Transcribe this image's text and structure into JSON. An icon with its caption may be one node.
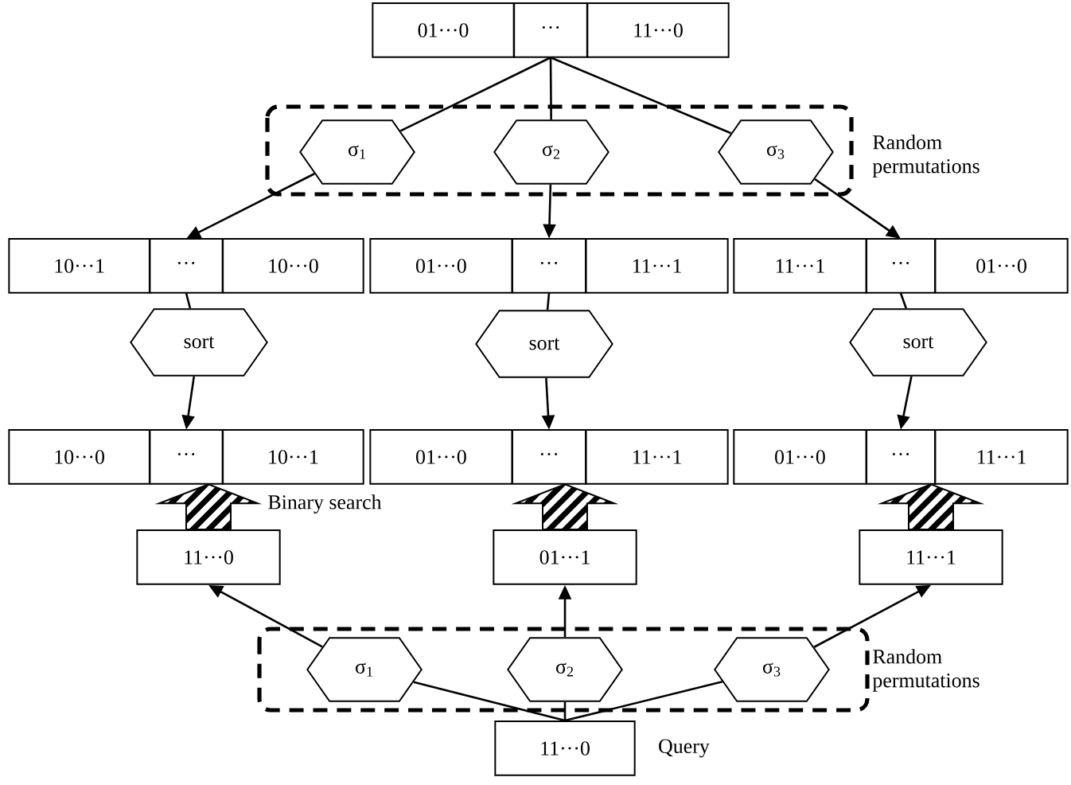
{
  "diagram": {
    "nodes": [
      {
        "text": [
          "01···0",
          "···",
          "11···0"
        ]
      },
      {
        "text": [
          "Random permutations"
        ]
      },
      {
        "text": [
          "σ$_{1}$"
        ],
        "in": 1
      },
      {
        "text": [
          "σ$_{2}$"
        ],
        "in": 1
      },
      {
        "text": [
          "σ$_{3}$"
        ],
        "in": 1
      },
      {
        "text": [
          "10···1",
          "···",
          "10···0"
        ]
      },
      {
        "text": [
          "01···0",
          "···",
          "11···1"
        ]
      },
      {
        "text": [
          "11···1",
          "···",
          "01···0"
        ]
      },
      {
        "text": [
          "sort"
        ]
      },
      {
        "text": [
          "sort"
        ]
      },
      {
        "text": [
          "sort"
        ]
      },
      {
        "text": [
          "10···0",
          "···",
          "10···1"
        ]
      },
      {
        "text": [
          "01···0",
          "···",
          "11···1"
        ]
      },
      {
        "text": [
          "01···0",
          "···",
          "11···1"
        ]
      },
      {
        "text": [
          "11···0"
        ]
      },
      {
        "text": [
          "01···1"
        ]
      },
      {
        "text": [
          "11···1"
        ]
      },
      {
        "text": [
          "Random permutations"
        ]
      },
      {
        "text": [
          "σ$_{1}$"
        ],
        "in": 17
      },
      {
        "text": [
          "σ$_{2}$"
        ],
        "in": 17
      },
      {
        "text": [
          "σ$_{3}$"
        ],
        "in": 17
      },
      {
        "text": [
          "11···0"
        ],
        "beside": [
          "Query"
        ]
      }
    ],
    "edges": [
      {
        "from": 0,
        "to": 2,
        "arrow": "none"
      },
      {
        "from": 0,
        "to": 3,
        "arrow": "none"
      },
      {
        "from": 0,
        "to": 4,
        "arrow": "none"
      },
      {
        "from": 2,
        "to": 5,
        "arrow": "to"
      },
      {
        "from": 3,
        "to": 6,
        "arrow": "to"
      },
      {
        "from": 4,
        "to": 7,
        "arrow": "to"
      },
      {
        "from": 5,
        "to": 8,
        "arrow": "none"
      },
      {
        "from": 6,
        "to": 9,
        "arrow": "none"
      },
      {
        "from": 7,
        "to": 10,
        "arrow": "none"
      },
      {
        "from": 8,
        "to": 11,
        "arrow": "to"
      },
      {
        "from": 9,
        "to": 12,
        "arrow": "to"
      },
      {
        "from": 10,
        "to": 13,
        "arrow": "to"
      },
      {
        "from": 14,
        "to": 11,
        "arrow": "to",
        "style": "thick",
        "label": "Binary search"
      },
      {
        "from": 15,
        "to": 12,
        "arrow": "to",
        "style": "thick"
      },
      {
        "from": 16,
        "to": 13,
        "arrow": "to",
        "style": "thick"
      },
      {
        "from": 21,
        "to": 18,
        "arrow": "none"
      },
      {
        "from": 21,
        "to": 19,
        "arrow": "none"
      },
      {
        "from": 21,
        "to": 20,
        "arrow": "none"
      },
      {
        "from": 18,
        "to": 14,
        "arrow": "to"
      },
      {
        "from": 19,
        "to": 15,
        "arrow": "to"
      },
      {
        "from": 20,
        "to": 16,
        "arrow": "to"
      }
    ]
  }
}
